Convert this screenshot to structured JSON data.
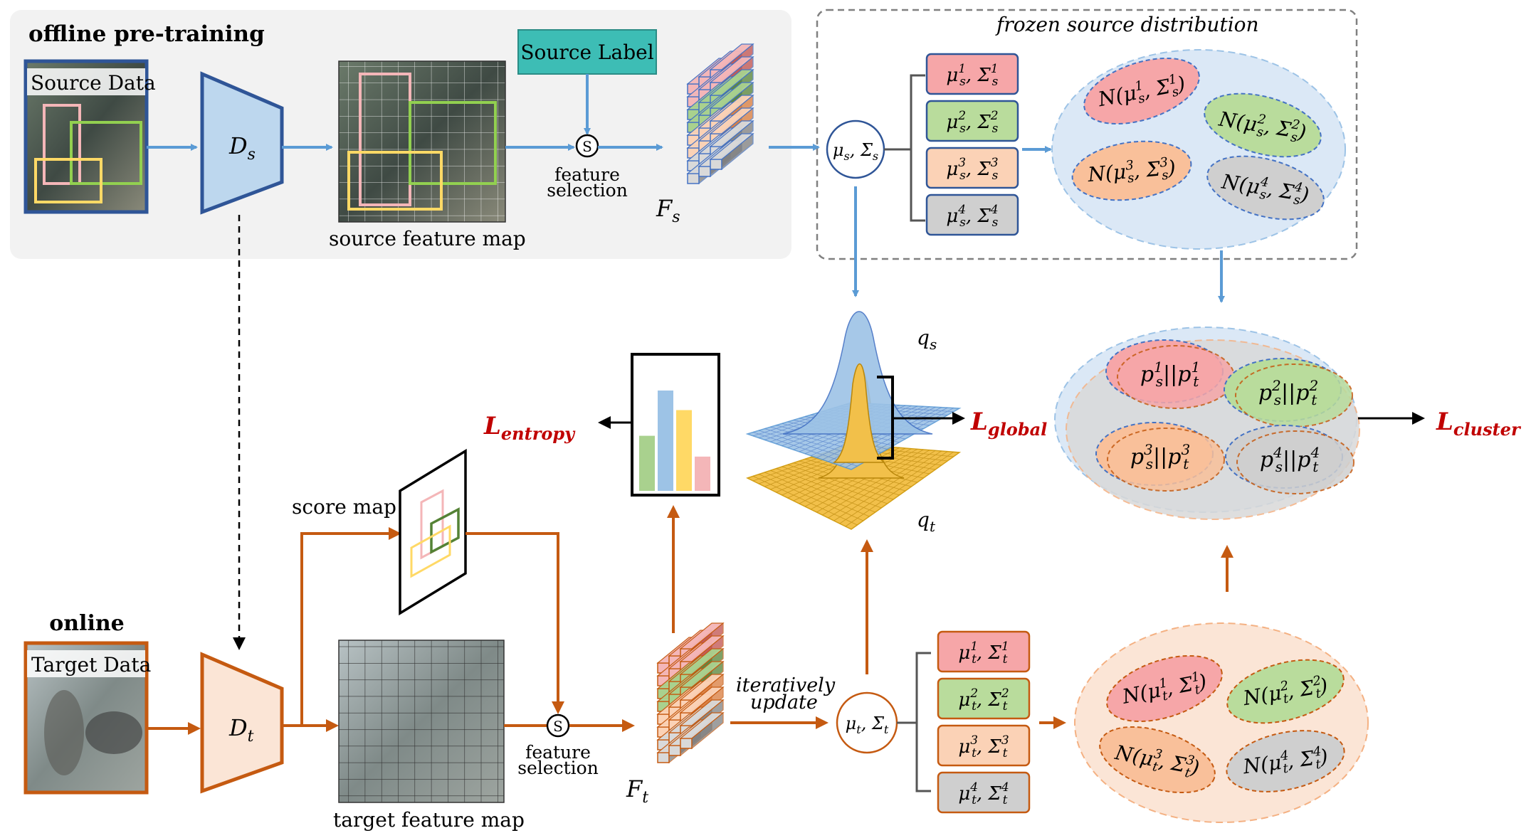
{
  "offline": {
    "title": "offline  pre-training",
    "source_data_label": "Source Data",
    "encoder_label": "D",
    "encoder_sub": "s",
    "source_feature_map_label": "source feature map",
    "source_label_box": "Source Label",
    "select_symbol": "S",
    "feature_selection_line1": "feature",
    "feature_selection_line2": "selection",
    "features_label": "F",
    "features_sub": "s"
  },
  "frozen": {
    "title": "frozen source distribution",
    "node_label": "μ",
    "node_sub": "s",
    "node_sigma": "Σ",
    "stats": [
      {
        "label": "μ",
        "sub": "s",
        "sup": "1",
        "sigma": "Σ",
        "color": "#f6a6a8",
        "border": "#c0392b"
      },
      {
        "label": "μ",
        "sub": "s",
        "sup": "2",
        "sigma": "Σ",
        "color": "#b9dc9c",
        "border": "#5b8f3a"
      },
      {
        "label": "μ",
        "sub": "s",
        "sup": "3",
        "sigma": "Σ",
        "color": "#fbd2b6",
        "border": "#d97a3a"
      },
      {
        "label": "μ",
        "sub": "s",
        "sup": "4",
        "sigma": "Σ",
        "color": "#cfcfcf",
        "border": "#555555"
      }
    ],
    "gaussians": [
      {
        "text": "N(μ",
        "sup": "1",
        "sub": "s",
        "color": "#f6a6a8"
      },
      {
        "text": "N(μ",
        "sup": "2",
        "sub": "s",
        "color": "#b9dc9c"
      },
      {
        "text": "N(μ",
        "sup": "3",
        "sub": "s",
        "color": "#f9c09a"
      },
      {
        "text": "N(μ",
        "sup": "4",
        "sub": "s",
        "color": "#cfcfcf"
      }
    ]
  },
  "online": {
    "title": "online",
    "target_data_label": "Target Data",
    "encoder_label": "D",
    "encoder_sub": "t",
    "score_map_label": "score map",
    "target_feature_map_label": "target feature map",
    "select_symbol": "S",
    "feature_selection_line1": "feature",
    "feature_selection_line2": "selection",
    "features_label": "F",
    "features_sub": "t",
    "iter_line1": "iteratively",
    "iter_line2": "update",
    "node_label": "μ",
    "node_sub": "t",
    "node_sigma": "Σ",
    "stats": [
      {
        "label": "μ",
        "sub": "t",
        "sup": "1",
        "sigma": "Σ",
        "color": "#f6a6a8"
      },
      {
        "label": "μ",
        "sub": "t",
        "sup": "2",
        "sigma": "Σ",
        "color": "#b9dc9c"
      },
      {
        "label": "μ",
        "sub": "t",
        "sup": "3",
        "sigma": "Σ",
        "color": "#fbd2b6"
      },
      {
        "label": "μ",
        "sub": "t",
        "sup": "4",
        "sigma": "Σ",
        "color": "#cfcfcf"
      }
    ],
    "gaussians": [
      {
        "text": "N(μ",
        "sup": "1",
        "sub": "t",
        "color": "#f6a6a8"
      },
      {
        "text": "N(μ",
        "sup": "2",
        "sub": "t",
        "color": "#b9dc9c"
      },
      {
        "text": "N(μ",
        "sup": "3",
        "sub": "t",
        "color": "#f9c09a"
      },
      {
        "text": "N(μ",
        "sup": "4",
        "sub": "t",
        "color": "#cfcfcf"
      }
    ]
  },
  "losses": {
    "entropy": "L",
    "entropy_sub": "entropy",
    "global": "L",
    "global_sub": "global",
    "cluster": "L",
    "cluster_sub": "cluster"
  },
  "global_dist": {
    "qs": "q",
    "qs_sub": "s",
    "qt": "q",
    "qt_sub": "t"
  },
  "cluster": {
    "pairs": [
      {
        "p": "p",
        "sup": "1",
        "color": "#f6a6a8"
      },
      {
        "p": "p",
        "sup": "2",
        "color": "#b9dc9c"
      },
      {
        "p": "p",
        "sup": "3",
        "color": "#f9c09a"
      },
      {
        "p": "p",
        "sup": "4",
        "color": "#cfcfcf"
      }
    ]
  },
  "histogram": {
    "values": [
      0.45,
      0.82,
      0.66,
      0.28
    ],
    "colors": [
      "#a9d18e",
      "#9dc3e6",
      "#ffd966",
      "#f4b6b8"
    ]
  },
  "colors": {
    "blue": "#5b9bd5",
    "orange": "#c55a11",
    "dark_red": "#c00000",
    "encoder_blue_fill": "#bdd7ee",
    "encoder_blue_stroke": "#2f5597",
    "encoder_orange_fill": "#fbe5d6",
    "encoder_orange_stroke": "#c55a11",
    "source_label_fill": "#3dbdb5"
  }
}
